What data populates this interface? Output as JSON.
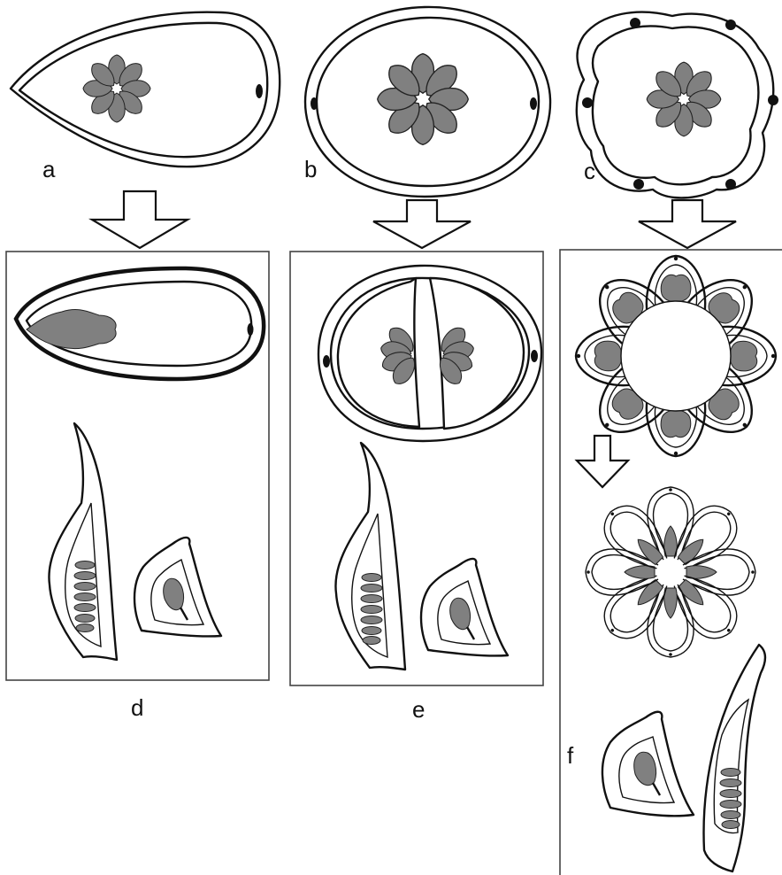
{
  "labels": {
    "a": "a",
    "b": "b",
    "c": "c",
    "d": "d",
    "e": "e",
    "f": "f"
  },
  "colors": {
    "seed": "#808080",
    "outline": "#111111",
    "frame": "#444444"
  }
}
